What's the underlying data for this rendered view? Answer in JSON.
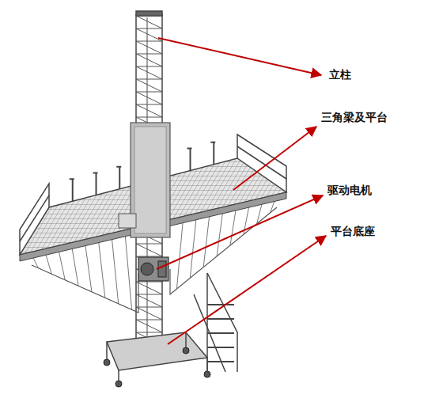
{
  "diagram": {
    "labels": [
      "立柱",
      "三角梁及平台",
      "驱动电机",
      "平台底座"
    ]
  }
}
